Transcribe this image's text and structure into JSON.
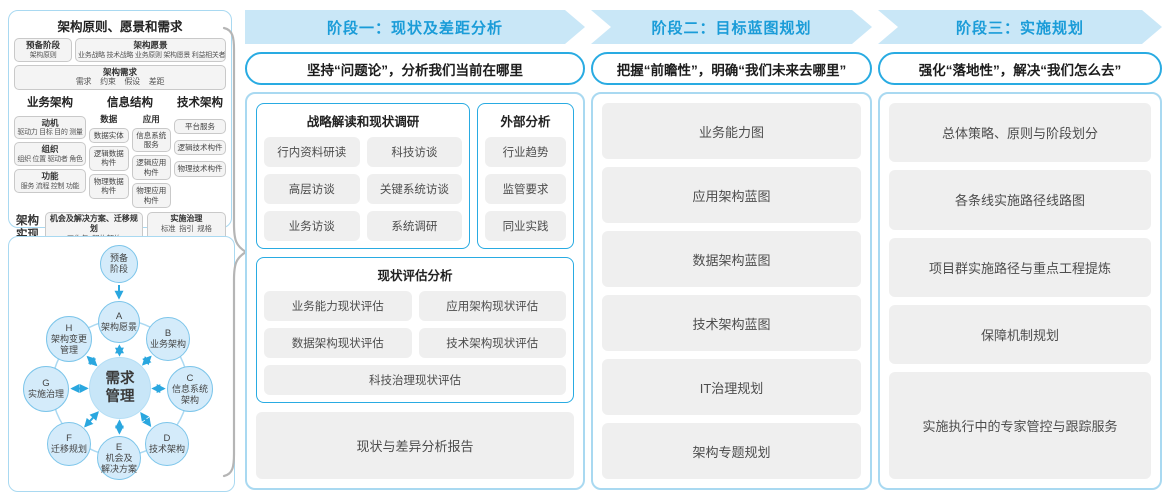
{
  "colors": {
    "banner_bg": "#c9e7f7",
    "banner_text": "#1a9cd8",
    "accent_border": "#29abe2",
    "panel_border": "#a9d9f1",
    "gray_box_bg": "#efefef",
    "gray_box_text": "#4d4d4d",
    "arrow_blue": "#2aa7df",
    "circle_fill": "#d4ebfa",
    "circle_border": "#7cc5ea"
  },
  "left_top": {
    "title": "架构原则、愿景和需求",
    "prep": {
      "title": "预备阶段",
      "sub": "架构原则"
    },
    "vision": {
      "title": "架构愿景",
      "sub": "业务战略 技术战略 业务原则 架构愿景 利益相关者"
    },
    "requirements": {
      "title": "架构需求",
      "sub": "需求 约束 假设 差距"
    },
    "business": {
      "title": "业务架构",
      "items": [
        {
          "title": "动机",
          "sub": "驱动力 目标 目的 测量"
        },
        {
          "title": "组织",
          "sub": "组织 位置 驱动者 角色"
        },
        {
          "title": "功能",
          "sub": "服务 流程 控制 功能"
        }
      ]
    },
    "information": {
      "title": "信息结构",
      "data_col": {
        "title": "数据",
        "items": [
          "数据实体",
          "逻辑数据构件",
          "物理数据构件"
        ]
      },
      "app_col": {
        "title": "应用",
        "items": [
          "信息系统服务",
          "逻辑应用构件",
          "物理应用构件"
        ]
      }
    },
    "technology": {
      "title": "技术架构",
      "items": [
        "平台服务",
        "逻辑技术构件",
        "物理技术构件"
      ]
    },
    "realization": {
      "label": "架构实现",
      "box1": {
        "title": "机会及解决方案、迁移规划",
        "sub": "工作包 架构契约"
      },
      "box2": {
        "title": "实施治理",
        "sub": "标准 指引 规格"
      }
    }
  },
  "adm": {
    "prep": "预备\n阶段",
    "center": "需求\n管理",
    "nodes": [
      {
        "letter": "A",
        "label": "架构愿景"
      },
      {
        "letter": "B",
        "label": "业务架构"
      },
      {
        "letter": "C",
        "label": "信息系统\n架构"
      },
      {
        "letter": "D",
        "label": "技术架构"
      },
      {
        "letter": "E",
        "label": "机会及\n解决方案"
      },
      {
        "letter": "F",
        "label": "迁移规划"
      },
      {
        "letter": "G",
        "label": "实施治理"
      },
      {
        "letter": "H",
        "label": "架构变更\n管理"
      }
    ]
  },
  "phases": [
    {
      "banner": "阶段一：现状及差距分析",
      "subtitle": "坚持“问题论”，分析我们当前在哪里",
      "research": {
        "title": "战略解读和现状调研",
        "items": [
          "行内资料研读",
          "科技访谈",
          "高层访谈",
          "关键系统访谈",
          "业务访谈",
          "系统调研"
        ]
      },
      "external": {
        "title": "外部分析",
        "items": [
          "行业趋势",
          "监管要求",
          "同业实践"
        ]
      },
      "assessment": {
        "title": "现状评估分析",
        "items": [
          "业务能力现状评估",
          "应用架构现状评估",
          "数据架构现状评估",
          "技术架构现状评估",
          "科技治理现状评估"
        ]
      },
      "report": "现状与差异分析报告"
    },
    {
      "banner": "阶段二：目标蓝图规划",
      "subtitle": "把握“前瞻性”，明确“我们未来去哪里”",
      "items": [
        "业务能力图",
        "应用架构蓝图",
        "数据架构蓝图",
        "技术架构蓝图",
        "IT治理规划",
        "架构专题规划"
      ]
    },
    {
      "banner": "阶段三：实施规划",
      "subtitle": "强化“落地性”，解决“我们怎么去”",
      "items": [
        "总体策略、原则与阶段划分",
        "各条线实施路径线路图",
        "项目群实施路径与重点工程提炼",
        "保障机制规划",
        "实施执行中的专家管控与跟踪服务"
      ]
    }
  ]
}
